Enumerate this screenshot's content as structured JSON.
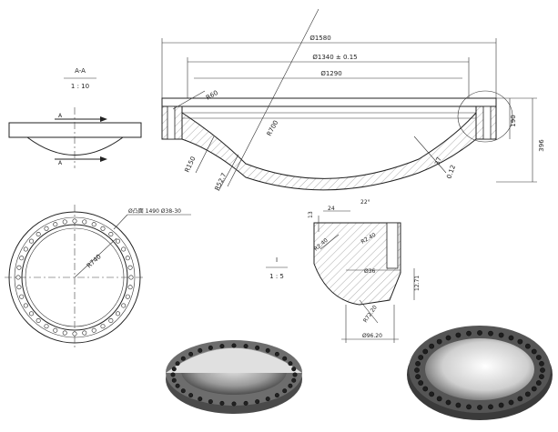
{
  "section_view": {
    "label": "A-A",
    "scale": "1 : 10",
    "dimensions": {
      "outer_diameter": "Ø1580",
      "bolt_circle": "Ø1340 ± 0.15",
      "inner_diameter": "Ø1290",
      "sphere_radius": "R700",
      "total_height": "396",
      "flange_height": "190",
      "thickness": "37",
      "angle_note": "0.12",
      "radius_r150": "R150",
      "radius_r60": "R60",
      "radius_r52": "R52.7"
    }
  },
  "cut_mark": {
    "letter": "A"
  },
  "detail_view": {
    "label": "I",
    "scale": "1 : 5",
    "dimensions": {
      "top_height": "13",
      "width_24": "24",
      "angle": "22°",
      "radius_left": "R2.40",
      "radius_right": "R2.40",
      "diameter_36": "Ø36",
      "height_12": "12.71",
      "radius_72": "R72.20",
      "diameter_96": "Ø96.20"
    }
  },
  "plan_view": {
    "radius": "R740",
    "hole_note": "Ø凸面 1490  Ø38-30"
  },
  "colors": {
    "line": "#222222",
    "hatch": "#555555",
    "metal_dark": "#4a4a4a",
    "metal_light": "#d9d9d9"
  }
}
